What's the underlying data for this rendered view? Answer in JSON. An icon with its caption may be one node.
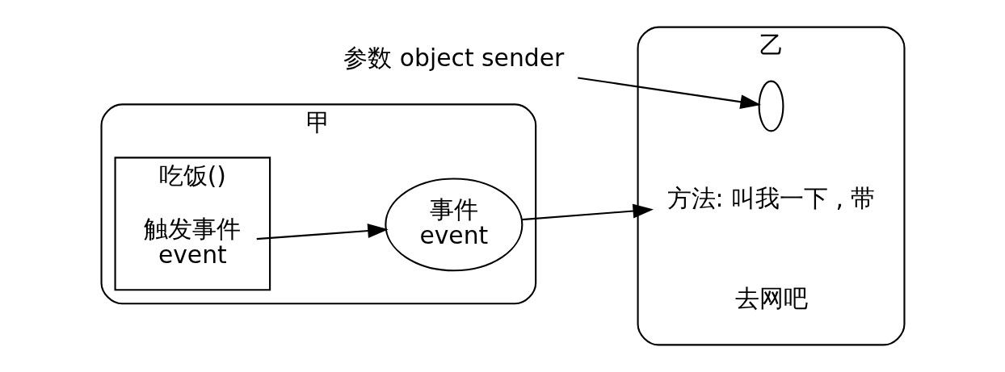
{
  "diagram": {
    "nodes": [
      {
        "text": [
          "甲"
        ]
      },
      {
        "text": [
          "事件",
          "event"
        ],
        "in": 0
      },
      {
        "text": [
          "吃饭()"
        ],
        "in": 0
      },
      {
        "text": [
          "触发事件",
          "event"
        ],
        "in": 2
      },
      {
        "text": [
          "乙"
        ]
      },
      {
        "text": [
          "方法: 叫我一下 , 带"
        ],
        "in": 4
      },
      {
        "text": [],
        "shape": "ellipse",
        "in": 4
      },
      {
        "text": [
          "去网吧"
        ],
        "in": 4
      },
      {
        "text": [
          "参数 object sender"
        ]
      }
    ],
    "edges": [
      {
        "from": 3,
        "to": 1,
        "arrow": "to"
      },
      {
        "from": 1,
        "to": 5,
        "arrow": "to"
      },
      {
        "from": 8,
        "to": 6,
        "arrow": "to"
      }
    ]
  }
}
